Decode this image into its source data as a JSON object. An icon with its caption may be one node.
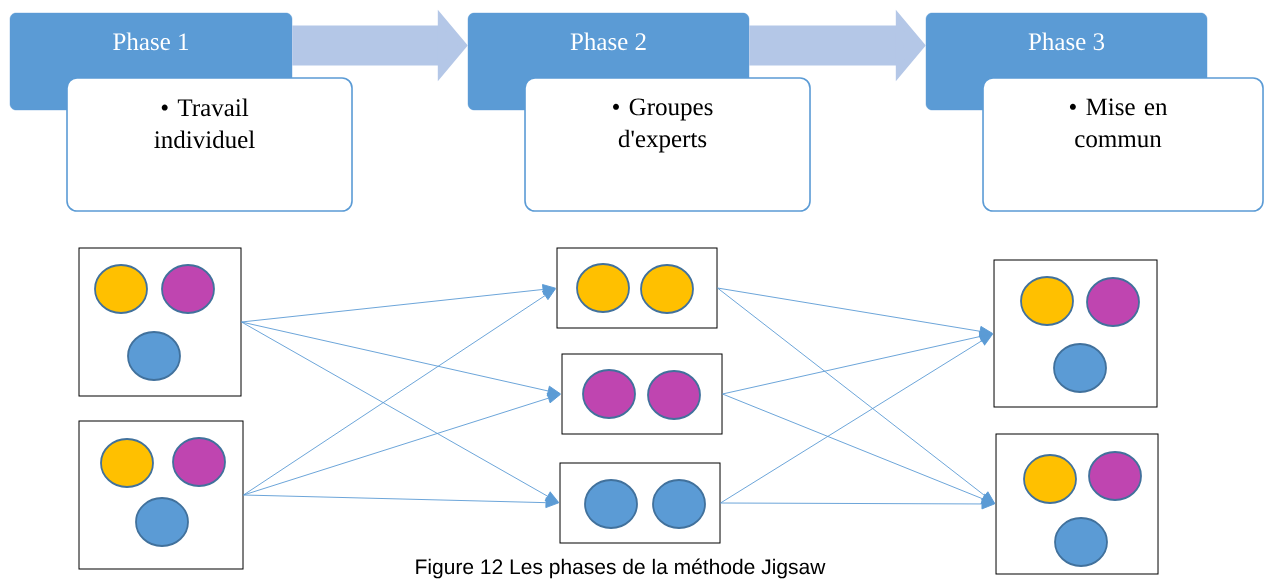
{
  "diagram": {
    "caption": "Figure 12 Les phases de la méthode Jigsaw",
    "nodes": [
      {
        "text": [
          "Phase 1"
        ]
      },
      {
        "text": [
          "• Travail individuel"
        ]
      },
      {
        "text": [
          "Phase 2"
        ]
      },
      {
        "text": [
          "• Groupes d'experts"
        ]
      },
      {
        "text": [
          "Phase 3"
        ]
      },
      {
        "text": [
          "• Mise en commun"
        ]
      },
      {
        "text": [],
        "shape": "box"
      },
      {
        "text": [],
        "shape": "circle",
        "in": 6
      },
      {
        "text": [],
        "shape": "circle",
        "in": 6
      },
      {
        "text": [],
        "shape": "circle",
        "in": 6
      },
      {
        "text": [],
        "shape": "box"
      },
      {
        "text": [],
        "shape": "circle",
        "in": 10
      },
      {
        "text": [],
        "shape": "circle",
        "in": 10
      },
      {
        "text": [],
        "shape": "circle",
        "in": 10
      },
      {
        "text": [],
        "shape": "box"
      },
      {
        "text": [],
        "shape": "circle",
        "in": 14
      },
      {
        "text": [],
        "shape": "circle",
        "in": 14
      },
      {
        "text": [],
        "shape": "box"
      },
      {
        "text": [],
        "shape": "circle",
        "in": 17
      },
      {
        "text": [],
        "shape": "circle",
        "in": 17
      },
      {
        "text": [],
        "shape": "box"
      },
      {
        "text": [],
        "shape": "circle",
        "in": 20
      },
      {
        "text": [],
        "shape": "circle",
        "in": 20
      },
      {
        "text": [],
        "shape": "box"
      },
      {
        "text": [],
        "shape": "circle",
        "in": 23
      },
      {
        "text": [],
        "shape": "circle",
        "in": 23
      },
      {
        "text": [],
        "shape": "circle",
        "in": 23
      },
      {
        "text": [],
        "shape": "box"
      },
      {
        "text": [],
        "shape": "circle",
        "in": 27
      },
      {
        "text": [],
        "shape": "circle",
        "in": 27
      },
      {
        "text": [],
        "shape": "circle",
        "in": 27
      }
    ],
    "edges": [
      {
        "from": 0,
        "to": 2,
        "arrow": "to",
        "style": "thick",
        "color": "#b4c7e7"
      },
      {
        "from": 2,
        "to": 4,
        "arrow": "to",
        "style": "thick",
        "color": "#b4c7e7"
      },
      {
        "from": 6,
        "to": 14,
        "arrow": "to"
      },
      {
        "from": 6,
        "to": 17,
        "arrow": "to"
      },
      {
        "from": 6,
        "to": 20,
        "arrow": "to"
      },
      {
        "from": 10,
        "to": 14,
        "arrow": "to"
      },
      {
        "from": 10,
        "to": 17,
        "arrow": "to"
      },
      {
        "from": 10,
        "to": 20,
        "arrow": "to"
      },
      {
        "from": 14,
        "to": 23,
        "arrow": "to"
      },
      {
        "from": 14,
        "to": 27,
        "arrow": "to"
      },
      {
        "from": 17,
        "to": 23,
        "arrow": "to"
      },
      {
        "from": 17,
        "to": 27,
        "arrow": "to"
      },
      {
        "from": 20,
        "to": 23,
        "arrow": "to"
      },
      {
        "from": 20,
        "to": 27,
        "arrow": "to"
      }
    ]
  }
}
